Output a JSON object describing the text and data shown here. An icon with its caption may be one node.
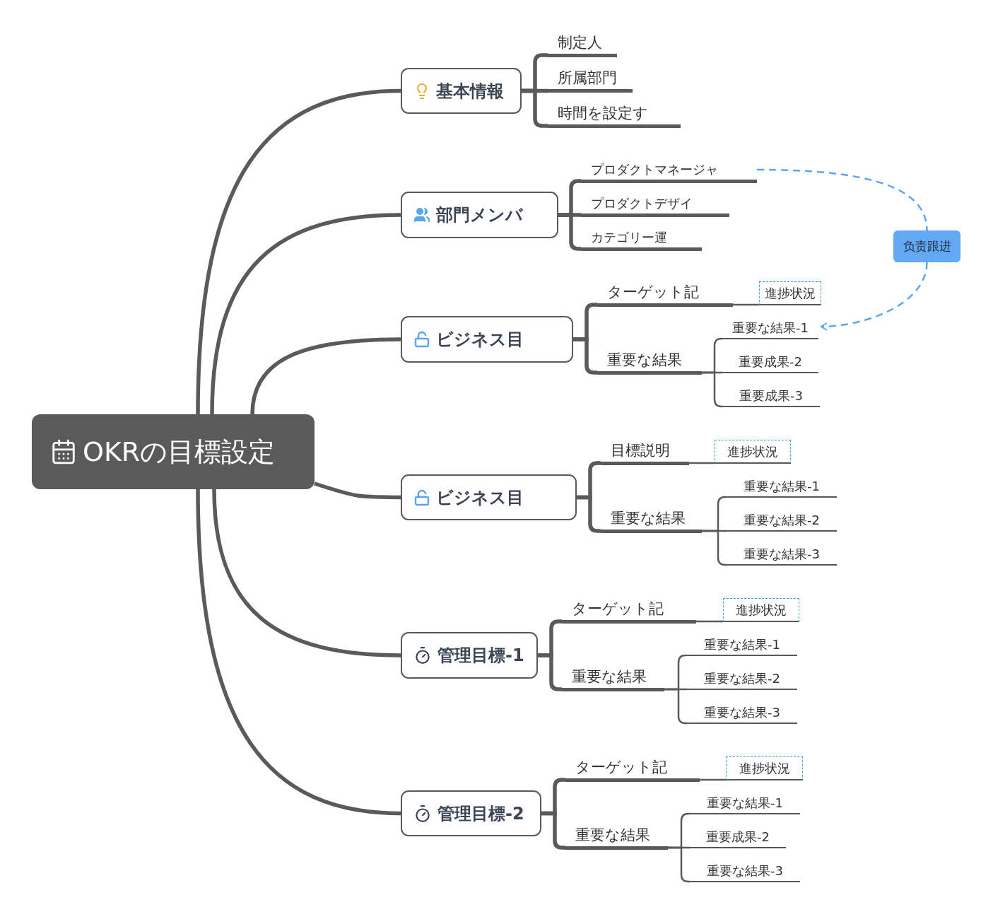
{
  "diagram": {
    "nodes": [
      {
        "text": [
          "OKRの目標設定"
        ]
      },
      {
        "text": [
          "基本情報"
        ]
      },
      {
        "text": [
          "制定人"
        ]
      },
      {
        "text": [
          "所属部門"
        ]
      },
      {
        "text": [
          "時間を設定す"
        ]
      },
      {
        "text": [
          "部門メンバ"
        ]
      },
      {
        "text": [
          "プロダクトマネージャ"
        ]
      },
      {
        "text": [
          "プロダクトデザイ"
        ]
      },
      {
        "text": [
          "カテゴリー運"
        ]
      },
      {
        "text": [
          "ビジネス目"
        ]
      },
      {
        "text": [
          "ターゲット記"
        ]
      },
      {
        "text": [
          "進捗状況"
        ]
      },
      {
        "text": [
          "重要な結果"
        ]
      },
      {
        "text": [
          "重要な結果-1"
        ]
      },
      {
        "text": [
          "重要成果-2"
        ]
      },
      {
        "text": [
          "重要成果-3"
        ]
      },
      {
        "text": [
          "ビジネス目"
        ]
      },
      {
        "text": [
          "目標説明"
        ]
      },
      {
        "text": [
          "進捗状況"
        ]
      },
      {
        "text": [
          "重要な結果"
        ]
      },
      {
        "text": [
          "重要な結果-1"
        ]
      },
      {
        "text": [
          "重要な結果-2"
        ]
      },
      {
        "text": [
          "重要な結果-3"
        ]
      },
      {
        "text": [
          "管理目標-1"
        ]
      },
      {
        "text": [
          "ターゲット記"
        ]
      },
      {
        "text": [
          "進捗状況"
        ]
      },
      {
        "text": [
          "重要な結果"
        ]
      },
      {
        "text": [
          "重要な結果-1"
        ]
      },
      {
        "text": [
          "重要な結果-2"
        ]
      },
      {
        "text": [
          "重要な結果-3"
        ]
      },
      {
        "text": [
          "管理目標-2"
        ]
      },
      {
        "text": [
          "ターゲット記"
        ]
      },
      {
        "text": [
          "進捗状況"
        ]
      },
      {
        "text": [
          "重要な結果"
        ]
      },
      {
        "text": [
          "重要な結果-1"
        ]
      },
      {
        "text": [
          "重要成果-2"
        ]
      },
      {
        "text": [
          "重要な結果-3"
        ]
      },
      {
        "text": [
          "负责跟进"
        ]
      }
    ],
    "edges": [
      {
        "from": 0,
        "to": 1,
        "arrow": "none"
      },
      {
        "from": 0,
        "to": 5,
        "arrow": "none"
      },
      {
        "from": 0,
        "to": 9,
        "arrow": "none"
      },
      {
        "from": 0,
        "to": 16,
        "arrow": "none"
      },
      {
        "from": 0,
        "to": 23,
        "arrow": "none"
      },
      {
        "from": 0,
        "to": 30,
        "arrow": "none"
      },
      {
        "from": 1,
        "to": 2,
        "arrow": "none"
      },
      {
        "from": 1,
        "to": 3,
        "arrow": "none"
      },
      {
        "from": 1,
        "to": 4,
        "arrow": "none"
      },
      {
        "from": 5,
        "to": 6,
        "arrow": "none"
      },
      {
        "from": 5,
        "to": 7,
        "arrow": "none"
      },
      {
        "from": 5,
        "to": 8,
        "arrow": "none"
      },
      {
        "from": 9,
        "to": 10,
        "arrow": "none"
      },
      {
        "from": 9,
        "to": 12,
        "arrow": "none"
      },
      {
        "from": 10,
        "to": 11,
        "arrow": "none"
      },
      {
        "from": 12,
        "to": 13,
        "arrow": "none"
      },
      {
        "from": 12,
        "to": 14,
        "arrow": "none"
      },
      {
        "from": 12,
        "to": 15,
        "arrow": "none"
      },
      {
        "from": 16,
        "to": 17,
        "arrow": "none"
      },
      {
        "from": 16,
        "to": 19,
        "arrow": "none"
      },
      {
        "from": 17,
        "to": 18,
        "arrow": "none"
      },
      {
        "from": 19,
        "to": 20,
        "arrow": "none"
      },
      {
        "from": 19,
        "to": 21,
        "arrow": "none"
      },
      {
        "from": 19,
        "to": 22,
        "arrow": "none"
      },
      {
        "from": 23,
        "to": 24,
        "arrow": "none"
      },
      {
        "from": 23,
        "to": 26,
        "arrow": "none"
      },
      {
        "from": 24,
        "to": 25,
        "arrow": "none"
      },
      {
        "from": 26,
        "to": 27,
        "arrow": "none"
      },
      {
        "from": 26,
        "to": 28,
        "arrow": "none"
      },
      {
        "from": 26,
        "to": 29,
        "arrow": "none"
      },
      {
        "from": 30,
        "to": 31,
        "arrow": "none"
      },
      {
        "from": 30,
        "to": 33,
        "arrow": "none"
      },
      {
        "from": 31,
        "to": 32,
        "arrow": "none"
      },
      {
        "from": 33,
        "to": 34,
        "arrow": "none"
      },
      {
        "from": 33,
        "to": 35,
        "arrow": "none"
      },
      {
        "from": 33,
        "to": 36,
        "arrow": "none"
      },
      {
        "from": 6,
        "to": 37,
        "arrow": "none",
        "style": "dashed",
        "color": "#5aa5f0"
      },
      {
        "from": 37,
        "to": 13,
        "arrow": "to",
        "style": "dashed",
        "color": "#5aa5f0"
      }
    ]
  }
}
